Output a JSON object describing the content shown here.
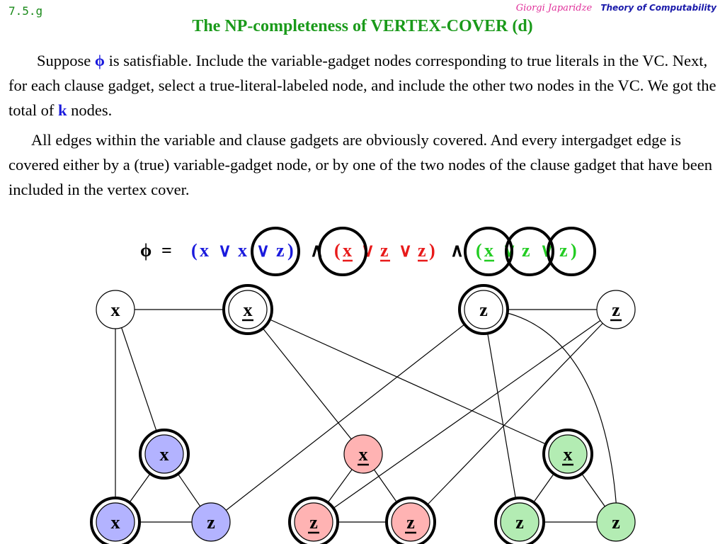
{
  "slide_number": "7.5.g",
  "author": "Giorgi Japaridze",
  "course": "Theory of Computability",
  "title": "The NP-completeness of VERTEX-COVER (d)",
  "paragraph1": {
    "part_a": "Suppose",
    "phi": "ϕ",
    "part_b": "is satisfiable.",
    "part_c": "Include the variable-gadget nodes corresponding to true literals in the VC.   Next, for each clause gadget, select a true-literal-labeled node, and include the other two nodes in the VC.   We got the total of",
    "k": "k",
    "part_d": "nodes."
  },
  "paragraph2": "All edges within the variable and clause gadgets are obviously covered.   And every intergadget edge is covered either by a (true) variable-gadget node, or by one of the two nodes of the clause gadget that have been included in the vertex cover.",
  "formula": {
    "phi": "ϕ",
    "equals": "=",
    "and": "∧",
    "or": "∨",
    "clauses": [
      {
        "color": "#1a1add",
        "open": "(",
        "close": ")",
        "literals": [
          {
            "var": "x",
            "neg": false
          },
          {
            "var": "x",
            "neg": false
          },
          {
            "var": "z",
            "neg": false
          }
        ]
      },
      {
        "color": "#e81a1a",
        "open": "(",
        "close": ")",
        "literals": [
          {
            "var": "x",
            "neg": true
          },
          {
            "var": "z",
            "neg": true
          },
          {
            "var": "z",
            "neg": true
          }
        ]
      },
      {
        "color": "#22cc22",
        "open": "(",
        "close": ")",
        "literals": [
          {
            "var": "x",
            "neg": true
          },
          {
            "var": "z",
            "neg": false
          },
          {
            "var": "z",
            "neg": false
          }
        ]
      }
    ]
  },
  "graph": {
    "colors": {
      "blue": "#b3b3ff",
      "red": "#ffb3b3",
      "green": "#b3ecb3",
      "white": "#ffffff"
    },
    "variable_nodes": [
      {
        "id": "vx",
        "label": "x",
        "neg": false,
        "in_cover": false
      },
      {
        "id": "vnx",
        "label": "x",
        "neg": true,
        "in_cover": true
      },
      {
        "id": "vz",
        "label": "z",
        "neg": false,
        "in_cover": true
      },
      {
        "id": "vnz",
        "label": "z",
        "neg": true,
        "in_cover": false
      }
    ],
    "clause_nodes": [
      {
        "id": "c1a",
        "label": "x",
        "neg": false,
        "fill": "blue",
        "in_cover": true
      },
      {
        "id": "c1b",
        "label": "x",
        "neg": false,
        "fill": "blue",
        "in_cover": true
      },
      {
        "id": "c1c",
        "label": "z",
        "neg": false,
        "fill": "blue",
        "in_cover": false
      },
      {
        "id": "c2a",
        "label": "x",
        "neg": true,
        "fill": "red",
        "in_cover": false
      },
      {
        "id": "c2b",
        "label": "z",
        "neg": true,
        "fill": "red",
        "in_cover": true
      },
      {
        "id": "c2c",
        "label": "z",
        "neg": true,
        "fill": "red",
        "in_cover": true
      },
      {
        "id": "c3a",
        "label": "x",
        "neg": true,
        "fill": "green",
        "in_cover": true
      },
      {
        "id": "c3b",
        "label": "z",
        "neg": false,
        "fill": "green",
        "in_cover": true
      },
      {
        "id": "c3c",
        "label": "z",
        "neg": false,
        "fill": "green",
        "in_cover": false
      }
    ],
    "edges": [
      [
        "vx",
        "vnx"
      ],
      [
        "vz",
        "vnz"
      ],
      [
        "c1a",
        "c1b"
      ],
      [
        "c1a",
        "c1c"
      ],
      [
        "c1b",
        "c1c"
      ],
      [
        "c2a",
        "c2b"
      ],
      [
        "c2a",
        "c2c"
      ],
      [
        "c2b",
        "c2c"
      ],
      [
        "c3a",
        "c3b"
      ],
      [
        "c3a",
        "c3c"
      ],
      [
        "c3b",
        "c3c"
      ],
      [
        "vx",
        "c1a"
      ],
      [
        "vx",
        "c1b"
      ],
      [
        "vz",
        "c1c"
      ],
      [
        "vnx",
        "c2a"
      ],
      [
        "vnz",
        "c2b"
      ],
      [
        "vnz",
        "c2c"
      ],
      [
        "vnx",
        "c3a"
      ],
      [
        "vz",
        "c3b"
      ],
      [
        "vz",
        "c3c"
      ]
    ]
  }
}
